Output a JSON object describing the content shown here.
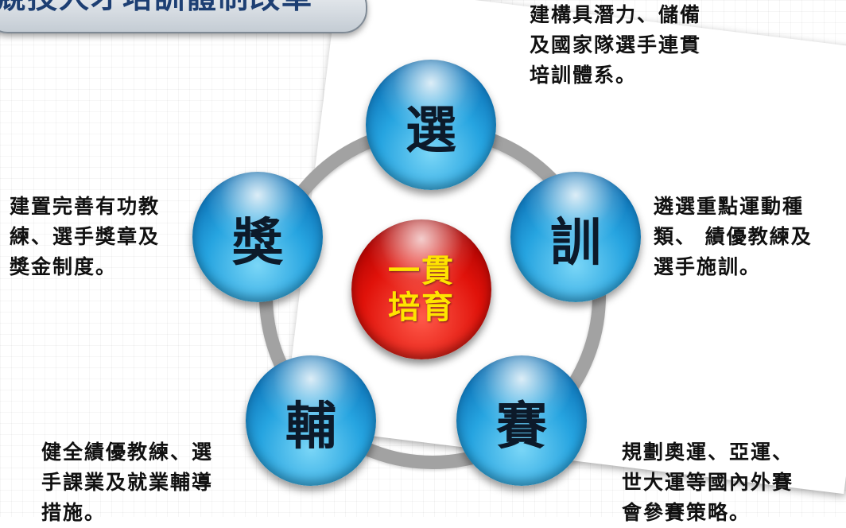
{
  "title": "競技人才培訓體制改革",
  "center": {
    "lines": [
      "一貫",
      "培育"
    ]
  },
  "nodes": [
    {
      "key": "xuan",
      "label": "選",
      "desc": [
        "建構具潛力、儲備",
        "及國家隊選手連貫",
        "培訓體系。"
      ]
    },
    {
      "key": "xun",
      "label": "訓",
      "desc": [
        "遴選重點運動種",
        "類、 績優教練及",
        "選手施訓。"
      ]
    },
    {
      "key": "sai",
      "label": "賽",
      "desc": [
        "規劃奧運、亞運、",
        "世大運等國內外賽",
        "會參賽策略。"
      ]
    },
    {
      "key": "fu",
      "label": "輔",
      "desc": [
        "健全績優教練、選",
        "手課業及就業輔導",
        "措施。"
      ]
    },
    {
      "key": "jiang",
      "label": "獎",
      "desc": [
        "建置完善有功教",
        "練、選手獎章及",
        "獎金制度。"
      ]
    }
  ],
  "colors": {
    "outer_orb": "#1a8fd6",
    "center_orb": "#d40000",
    "center_text": "#ffe400",
    "ring": "#a2a2a2",
    "title_text": "#1d3f73"
  }
}
